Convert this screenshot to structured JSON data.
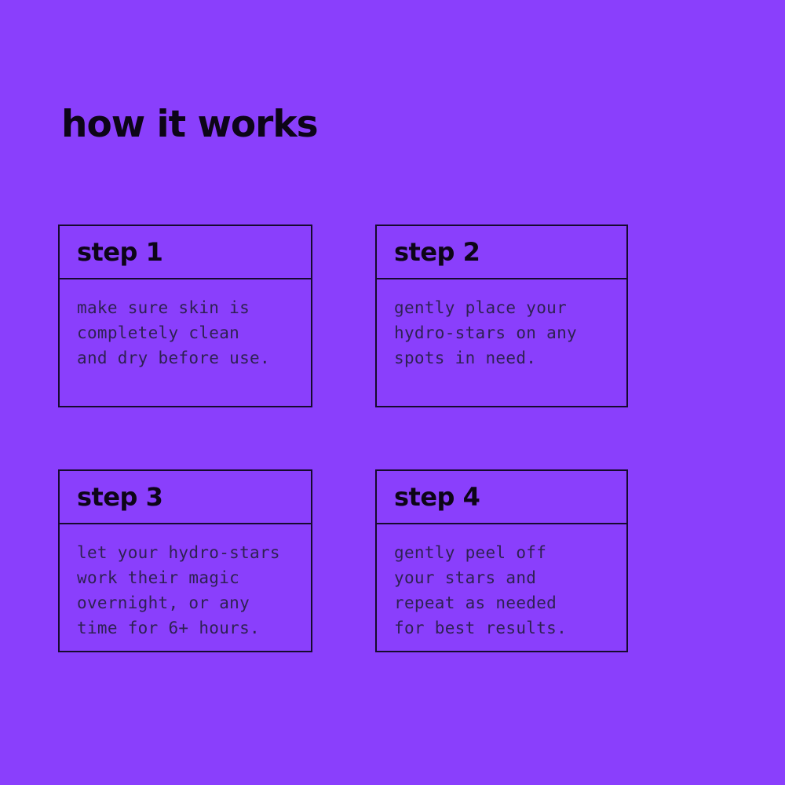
{
  "page_title": "how it works",
  "theme": {
    "background": "#8a3ffc",
    "border_color": "#160a2e",
    "heading_color": "#0d0518",
    "body_text_color": "#2e2152"
  },
  "steps": [
    {
      "label": "step 1",
      "description": "make sure skin is\ncompletely clean\nand dry before use."
    },
    {
      "label": "step 2",
      "description": "gently place your\nhydro-stars on any\nspots in need."
    },
    {
      "label": "step 3",
      "description": "let your hydro-stars\nwork their magic\novernight, or any\ntime for 6+ hours."
    },
    {
      "label": "step 4",
      "description": "gently peel off\nyour stars and\nrepeat as needed\nfor best results."
    }
  ]
}
